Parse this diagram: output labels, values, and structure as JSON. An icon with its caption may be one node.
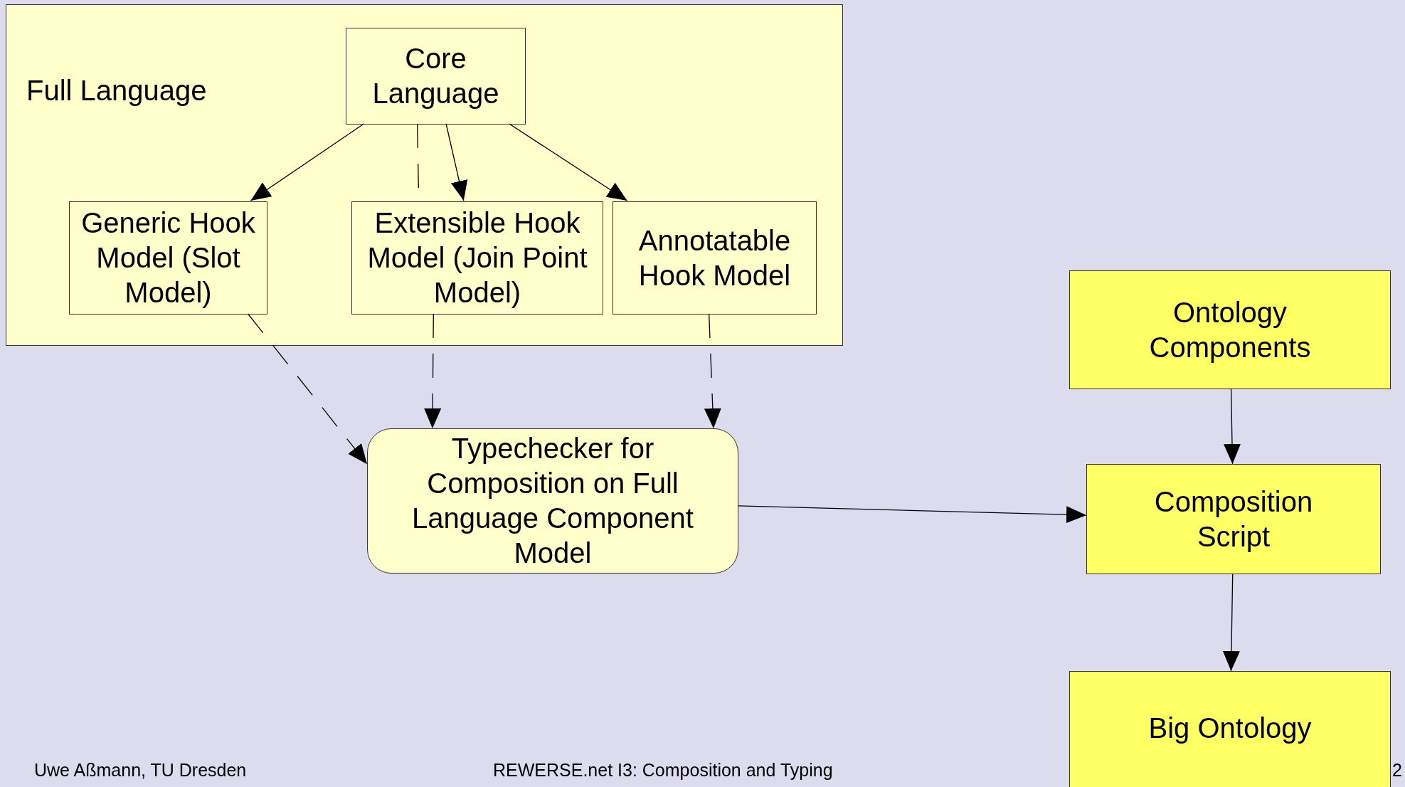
{
  "diagram": {
    "nodes": [
      {
        "text": [
          "Full Language"
        ]
      },
      {
        "text": [
          "Core Language"
        ],
        "in": 0
      },
      {
        "text": [
          "Generic Hook Model (Slot Model)"
        ],
        "in": 0
      },
      {
        "text": [
          "Extensible Hook Model (Join Point Model)"
        ],
        "in": 0
      },
      {
        "text": [
          "Annotatable Hook Model"
        ],
        "in": 0
      },
      {
        "text": [
          "Typechecker for Composition on Full Language Component Model"
        ]
      },
      {
        "text": [
          "Ontology Components"
        ]
      },
      {
        "text": [
          "Composition Script"
        ]
      },
      {
        "text": [
          "Big Ontology"
        ]
      }
    ],
    "edges": [
      {
        "from": 1,
        "to": 2,
        "arrow": "to"
      },
      {
        "from": 1,
        "to": 3,
        "arrow": "to"
      },
      {
        "from": 1,
        "to": 3,
        "arrow": "none",
        "style": "dashed"
      },
      {
        "from": 1,
        "to": 4,
        "arrow": "to"
      },
      {
        "from": 2,
        "to": 5,
        "arrow": "to",
        "style": "dashed"
      },
      {
        "from": 3,
        "to": 5,
        "arrow": "to",
        "style": "dashed"
      },
      {
        "from": 4,
        "to": 5,
        "arrow": "to",
        "style": "dashed"
      },
      {
        "from": 5,
        "to": 7,
        "arrow": "to"
      },
      {
        "from": 6,
        "to": 7,
        "arrow": "to"
      },
      {
        "from": 7,
        "to": 8,
        "arrow": "to"
      }
    ],
    "labels": [
      "Uwe Aßmann, TU Dresden",
      "REWERSE.net I3: Composition and Typing",
      "2"
    ]
  }
}
